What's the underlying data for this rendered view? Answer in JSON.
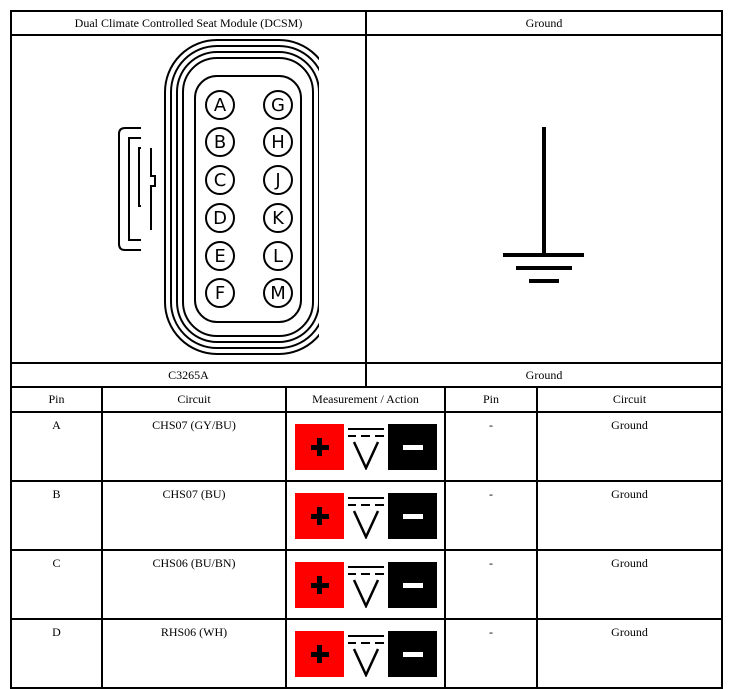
{
  "connector": {
    "module_title": "Dual Climate Controlled Seat Module (DCSM)",
    "ground_title": "Ground",
    "connector_id": "C3265A",
    "ground_label": "Ground",
    "pin_letters_left": [
      "A",
      "B",
      "C",
      "D",
      "E",
      "F"
    ],
    "pin_letters_right": [
      "G",
      "H",
      "J",
      "K",
      "L",
      "M"
    ]
  },
  "table": {
    "headers": [
      "Pin",
      "Circuit",
      "Measurement / Action",
      "Pin",
      "Circuit"
    ],
    "rows": [
      {
        "pin": "A",
        "circuit": "CHS07 (GY/BU)",
        "pin2": "-",
        "circuit2": "Ground"
      },
      {
        "pin": "B",
        "circuit": "CHS07 (BU)",
        "pin2": "-",
        "circuit2": "Ground"
      },
      {
        "pin": "C",
        "circuit": "CHS06 (BU/BN)",
        "pin2": "-",
        "circuit2": "Ground"
      },
      {
        "pin": "D",
        "circuit": "RHS06 (WH)",
        "pin2": "-",
        "circuit2": "Ground"
      }
    ]
  },
  "colors": {
    "positive": "#ff0000",
    "negative": "#000000"
  },
  "icons": [
    "positive-probe-icon",
    "dc-voltage-icon",
    "negative-probe-icon",
    "ground-symbol-icon"
  ]
}
